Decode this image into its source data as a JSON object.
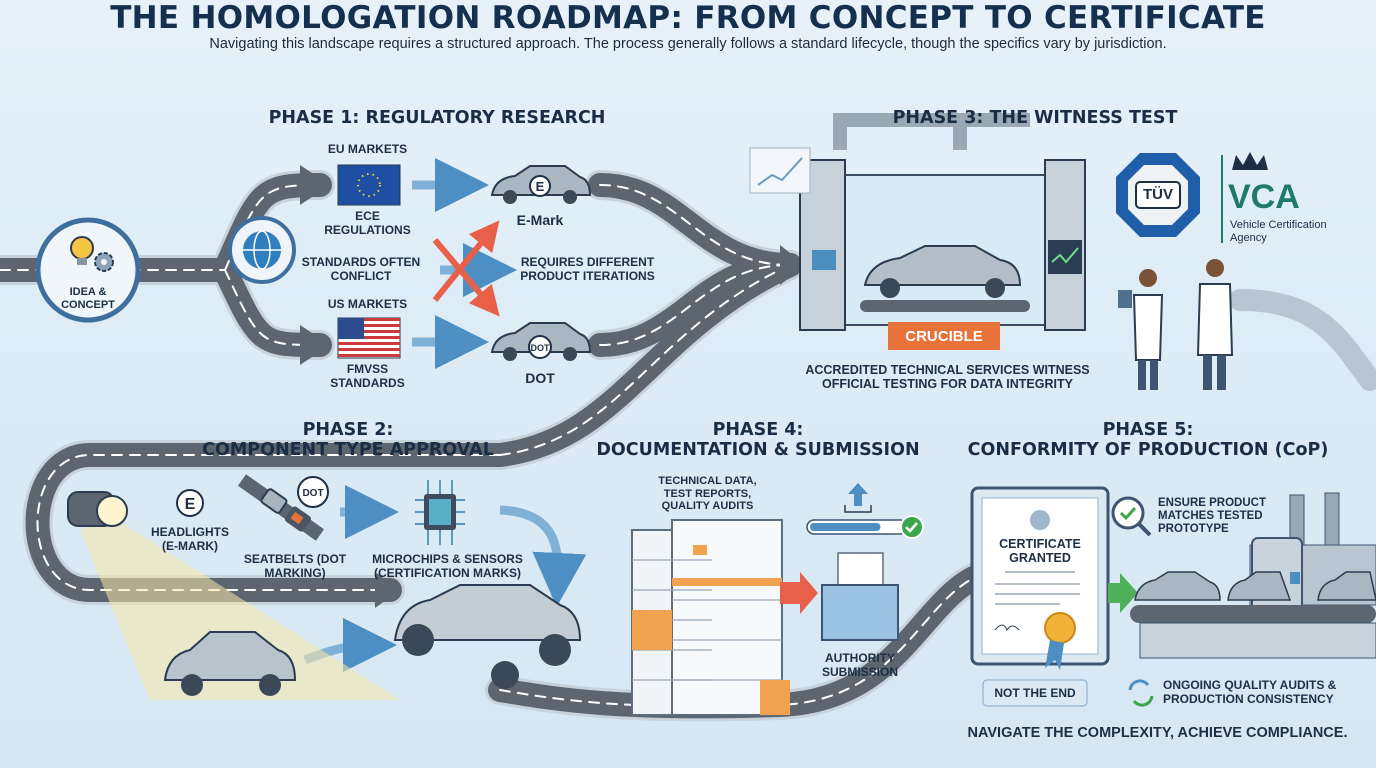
{
  "title": "THE HOMOLOGATION ROADMAP: FROM CONCEPT TO CERTIFICATE",
  "subtitle": "Navigating this landscape requires a structured approach. The process generally follows a standard lifecycle, though the specifics vary by jurisdiction.",
  "start": {
    "label": "IDEA & CONCEPT",
    "icons": [
      "lightbulb-icon",
      "gear-icon"
    ]
  },
  "phase1": {
    "title": "PHASE 1: REGULATORY RESEARCH",
    "eu_label": "EU MARKETS",
    "eu_sub": "ECE REGULATIONS",
    "conflict": "STANDARDS OFTEN CONFLICT",
    "iterations": "REQUIRES DIFFERENT PRODUCT ITERATIONS",
    "us_label": "US MARKETS",
    "us_sub": "FMVSS STANDARDS",
    "emark_badge": "E",
    "emark_label": "E-Mark",
    "dot_badge": "DOT",
    "dot_label": "DOT"
  },
  "phase2": {
    "title_line1": "PHASE 2:",
    "title_line2": "COMPONENT TYPE APPROVAL",
    "headlights_badge": "E",
    "headlights": "HEADLIGHTS (E-MARK)",
    "seatbelts_badge": "DOT",
    "seatbelts": "SEATBELTS (DOT MARKING)",
    "microchips": "MICROCHIPS & SENSORS (CERTIFICATION MARKS)"
  },
  "phase3": {
    "title": "PHASE 3: THE WITNESS TEST",
    "machine_label": "CRUCIBLE",
    "caption": "ACCREDITED TECHNICAL SERVICES WITNESS OFFICIAL TESTING FOR DATA INTEGRITY",
    "tuv": "TÜV",
    "vca": "VCA",
    "vca_sub": "Vehicle Certification Agency"
  },
  "phase4": {
    "title_line1": "PHASE 4:",
    "title_line2": "DOCUMENTATION & SUBMISSION",
    "docs": "TECHNICAL DATA, TEST REPORTS, QUALITY AUDITS",
    "upload_progress": 0.75,
    "authority": "AUTHORITY SUBMISSION"
  },
  "phase5": {
    "title_line1": "PHASE 5:",
    "title_line2": "CONFORMITY OF PRODUCTION (CoP)",
    "certificate": "CERTIFICATE GRANTED",
    "not_end": "NOT THE END",
    "ensure": "ENSURE PRODUCT MATCHES TESTED PROTOTYPE",
    "ongoing": "ONGOING QUALITY AUDITS & PRODUCTION CONSISTENCY"
  },
  "footer": "NAVIGATE THE COMPLEXITY, ACHIEVE COMPLIANCE.",
  "colors": {
    "road": "#5d6670",
    "accent_blue": "#3f86b8",
    "alert": "#e8604a",
    "success": "#3aa84a",
    "title": "#15304f",
    "crucible": "#e8733a",
    "vca": "#1f7a6e"
  }
}
